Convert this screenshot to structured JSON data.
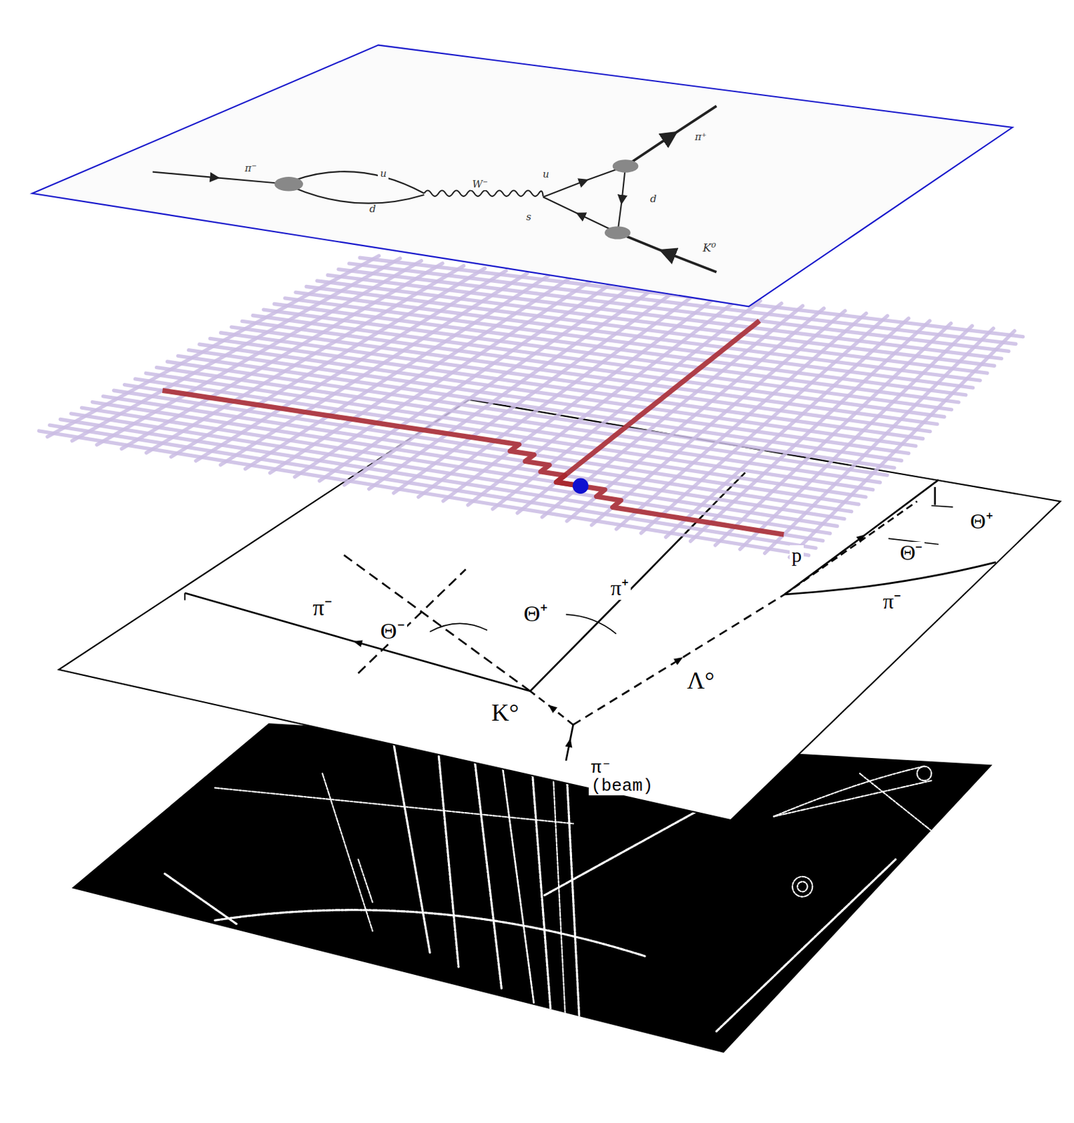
{
  "diagram": {
    "labels": [
      "π⁻",
      "u",
      "d",
      "W⁻",
      "u",
      "π⁺",
      "s",
      "d",
      "K⁰",
      "Θ⁺",
      "p",
      "Θ⁻",
      "π⁺",
      "π⁻",
      "Θ⁺",
      "Θ⁻",
      "π⁻",
      "Λ°",
      "K°",
      "π⁻ (beam)"
    ]
  }
}
